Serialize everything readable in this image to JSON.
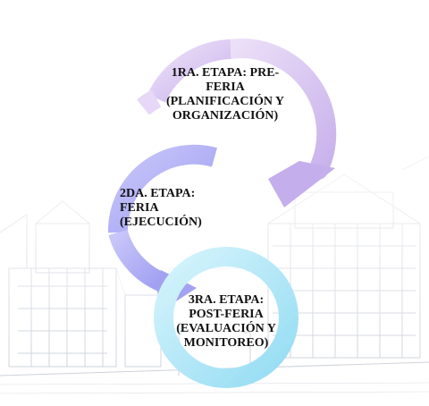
{
  "diagram": {
    "stages": [
      {
        "lines": [
          "1RA. ETAPA: PRE-",
          "FERIA",
          "(PLANIFICACIÓN Y",
          "ORGANIZACIÓN)"
        ],
        "color": "#d9c3f0"
      },
      {
        "lines": [
          "2DA. ETAPA:",
          "FERIA",
          "(EJECUCIÓN)"
        ],
        "color": "#b4b2f6"
      },
      {
        "lines": [
          "3RA. ETAPA:",
          "POST-FERIA",
          "(EVALUACIÓN Y",
          "MONITOREO)"
        ],
        "color": "#a9e4f7"
      }
    ],
    "background_sketch": "building sketch"
  }
}
